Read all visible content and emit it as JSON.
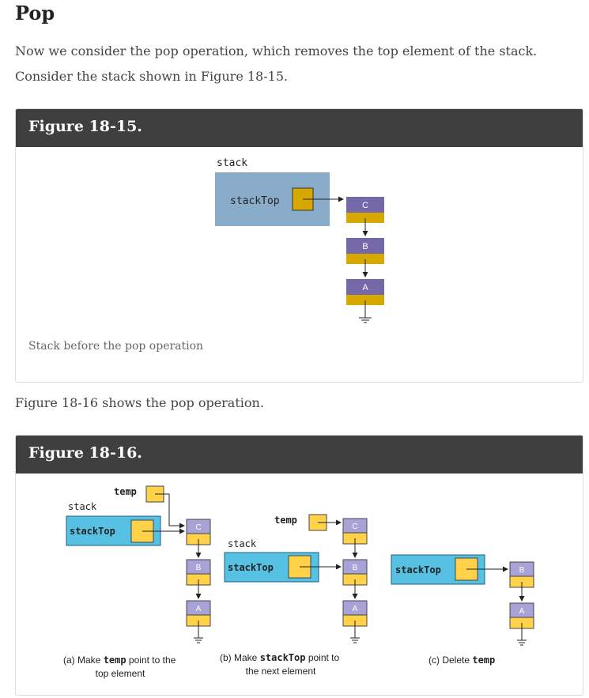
{
  "heading": "Pop",
  "intro": "Now we consider the pop operation, which removes the top element of the stack. Consider the stack shown in Figure 18-15.",
  "figure15": {
    "title": "Figure 18-15.",
    "caption": "Stack before the pop operation",
    "stack_label": "stack",
    "stacktop_label": "stackTop",
    "nodes": [
      "C",
      "B",
      "A"
    ]
  },
  "middle_text": "Figure 18-16 shows the pop operation.",
  "figure16": {
    "title": "Figure 18-16.",
    "panel_a": {
      "temp_label": "temp",
      "stack_label": "stack",
      "stacktop_label": "stackTop",
      "nodes": [
        "C",
        "B",
        "A"
      ],
      "caption_pre": "(a) Make ",
      "caption_code": "temp",
      "caption_post": " point to the",
      "caption_line2": "top element"
    },
    "panel_b": {
      "temp_label": "temp",
      "stack_label": "stack",
      "stacktop_label": "stackTop",
      "nodes": [
        "C",
        "B",
        "A"
      ],
      "caption_pre": "(b) Make ",
      "caption_code": "stackTop",
      "caption_post": " point to",
      "caption_line2": "the next element"
    },
    "panel_c": {
      "stacktop_label": "stackTop",
      "nodes": [
        "B",
        "A"
      ],
      "caption_pre": "(c) Delete ",
      "caption_code": "temp"
    }
  }
}
